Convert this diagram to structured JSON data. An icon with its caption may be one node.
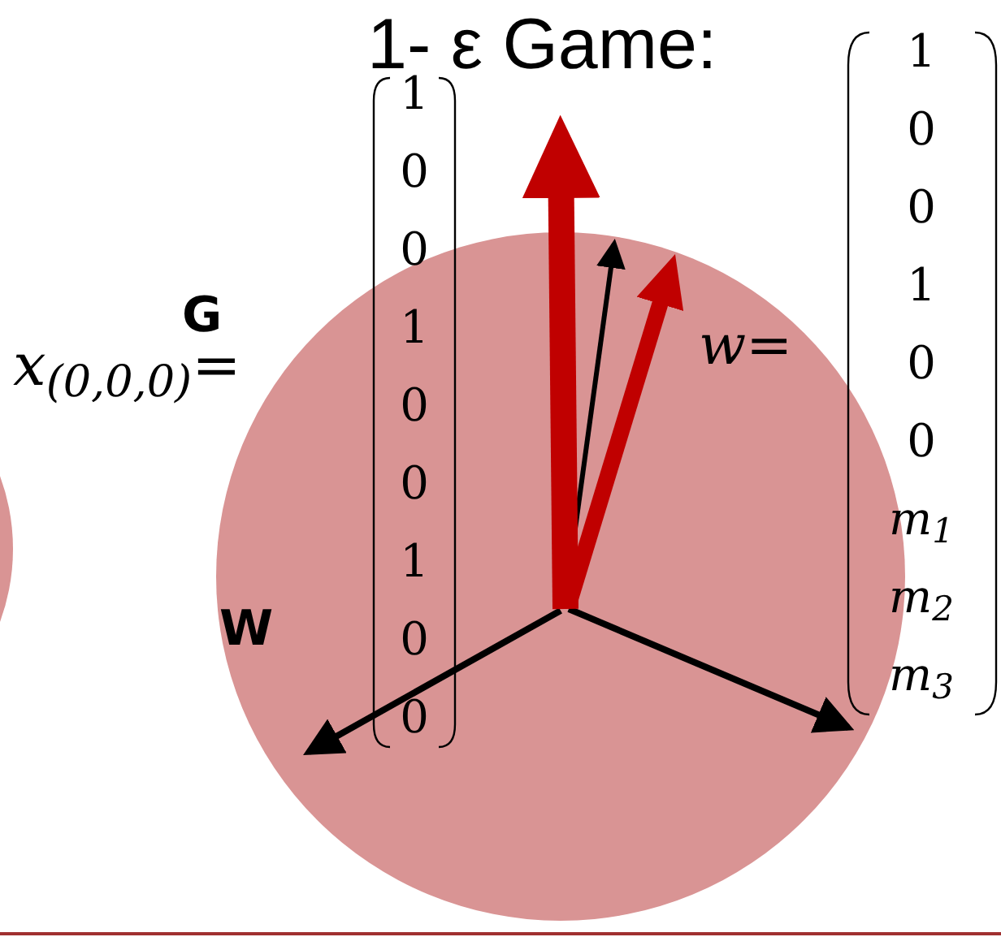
{
  "diagram": {
    "title": "1- ε Game:",
    "labels": [
      "G",
      "x$_{(0,0,0)}$=",
      "1",
      "0",
      "0",
      "1",
      "0",
      "0",
      "1",
      "0",
      "0",
      "W",
      "w=",
      "1",
      "0",
      "0",
      "1",
      "0",
      "0",
      "m$_{1}$",
      "m$_{2}$",
      "m$_{3}$"
    ]
  }
}
